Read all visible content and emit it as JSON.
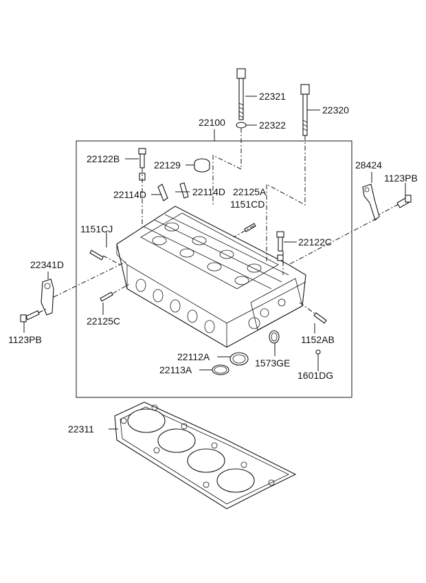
{
  "labels": {
    "p22321": "22321",
    "p22320": "22320",
    "p22322": "22322",
    "p22100": "22100",
    "p22122B": "22122B",
    "p22129": "22129",
    "p22114D_a": "22114D",
    "p22114D_b": "22114D",
    "p22125A": "22125A",
    "p1151CD": "1151CD",
    "p28424": "28424",
    "p1123PB_r": "1123PB",
    "p1151CJ": "1151CJ",
    "p22122C": "22122C",
    "p22341D": "22341D",
    "p22125C": "22125C",
    "p1123PB_l": "1123PB",
    "p1152AB": "1152AB",
    "p22112A": "22112A",
    "p1573GE": "1573GE",
    "p22113A": "22113A",
    "p1601DG": "1601DG",
    "p22311": "22311"
  },
  "colors": {
    "line": "#111111",
    "background": "#ffffff"
  }
}
